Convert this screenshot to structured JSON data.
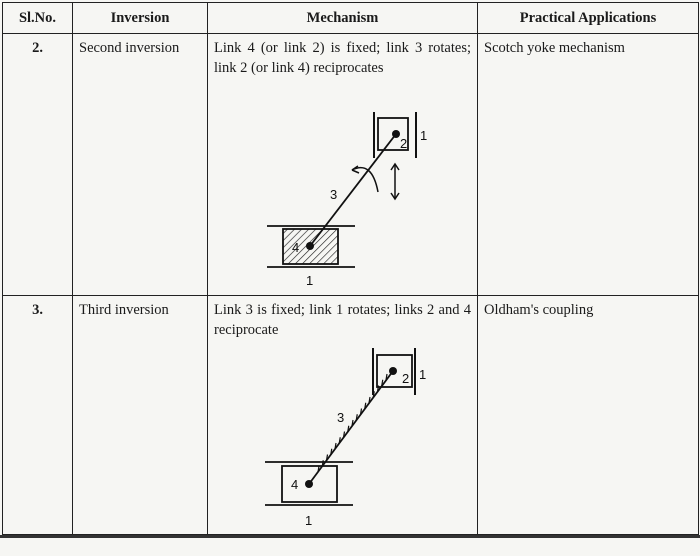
{
  "table": {
    "headers": [
      "Sl.No.",
      "Inversion",
      "Mechanism",
      "Practical Applications"
    ],
    "rows": [
      {
        "no": "2.",
        "inversion": "Second inversion",
        "mechanism": "Link 4 (or link 2) is fixed; link 3 rotates; link 2 (or link 4) reciprocates",
        "application": "Scotch yoke mechanism",
        "diagram_labels": {
          "slider_top": "2",
          "guide_top": "1",
          "link": "3",
          "slider_bottom": "4",
          "guide_bottom": "1"
        }
      },
      {
        "no": "3.",
        "inversion": "Third inversion",
        "mechanism": "Link 3 is fixed; link 1 rotates; links 2 and 4 reciprocate",
        "application": "Oldham's coupling",
        "diagram_labels": {
          "slider_top": "2",
          "guide_top": "1",
          "link": "3",
          "slider_bottom": "4",
          "guide_bottom": "1"
        }
      }
    ]
  }
}
